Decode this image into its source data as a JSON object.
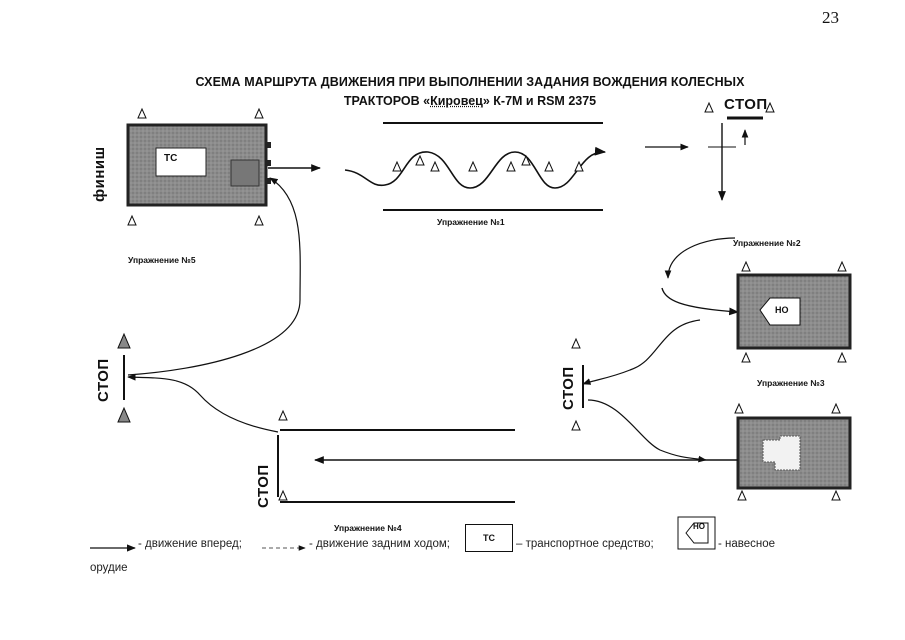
{
  "page_number": "23",
  "title": {
    "line1": "СХЕМА МАРШРУТА ДВИЖЕНИЯ ПРИ ВЫПОЛНЕНИИ ЗАДАНИЯ ВОЖДЕНИЯ КОЛЕСНЫХ",
    "line2_pre": "ТРАКТОРОВ «",
    "line2_brand": "Кировец",
    "line2_post": "» К-7М и RSM 2375"
  },
  "labels": {
    "finish": "финиш",
    "stop": "СТОП",
    "ts": "ТС",
    "no": "НО",
    "exercise1": "Упражнение №1",
    "exercise2": "Упражнение №2",
    "exercise3": "Упражнение №3",
    "exercise4": "Упражнение №4",
    "exercise5": "Упражнение №5"
  },
  "legend": {
    "forward": "- движение вперед;",
    "reverse": "- движение задним ходом;",
    "vehicle": "– транспортное средство;",
    "attached_a": "- навесное",
    "attached_b": "орудие"
  }
}
